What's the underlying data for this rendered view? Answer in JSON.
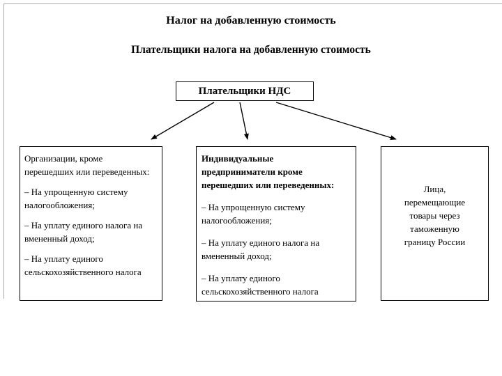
{
  "page": {
    "title": "Налог на добавленную стоимость",
    "subtitle": "Плательщики налога на добавленную стоимость"
  },
  "diagram": {
    "root_label": "Плательщики НДС",
    "organizations": {
      "header": "Организации, кроме перешедших или переведенных:",
      "items": [
        "– На упрощенную систему налогообложения;",
        "– На уплату единого налога на вмененный доход;",
        "– На уплату единого сельскохозяйственного налога"
      ]
    },
    "entrepreneurs": {
      "header": "Индивидуальные предприниматели кроме перешедших или переведенных:",
      "items": [
        "– На упрощенную систему налогообложения;",
        "– На уплату единого налога на вмененный доход;",
        "– На уплату единого сельскохозяйственного налога"
      ]
    },
    "persons": {
      "text": "Лица, перемещающие товары через таможенную границу России"
    }
  }
}
